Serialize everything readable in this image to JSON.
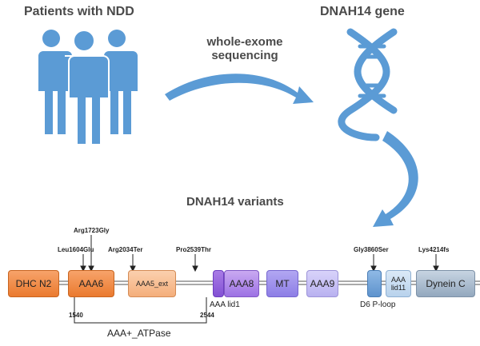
{
  "headings": {
    "patients": "Patients with NDD",
    "gene": "DNAH14  gene",
    "wes_line1": "whole-exome",
    "wes_line2": "sequencing",
    "variants": "DNAH14 variants"
  },
  "icons": {
    "people": "people-icon",
    "dna": "dna-helix-icon"
  },
  "colors": {
    "icon_blue": "#5b9bd5",
    "arrow_blue": "#5b9bd5"
  },
  "variants": {
    "leu1604glu": "Leu1604Glu",
    "arg1723gly": "Arg1723Gly",
    "arg2034ter": "Arg2034Ter",
    "pro2539thr": "Pro2539Thr",
    "gly3860ser": "Gly3860Ser",
    "lys4214fs": "Lys4214fs"
  },
  "domains": {
    "dhc_n2": "DHC N2",
    "aaa6": "AAA6",
    "aaa5_ext": "AAA5_ext",
    "aaa8": "AAA8",
    "mt": "MT",
    "aaa9": "AAA9",
    "aaa_lid11_line1": "AAA",
    "aaa_lid11_line2": "lid11",
    "dynein_c": "Dynein C"
  },
  "annotations": {
    "aaa_lid1": "AAA lid1",
    "d6_ploop": "D6 P-loop",
    "pos_start": "1540",
    "pos_end": "2544",
    "atpase": "AAA+_ATPase"
  }
}
